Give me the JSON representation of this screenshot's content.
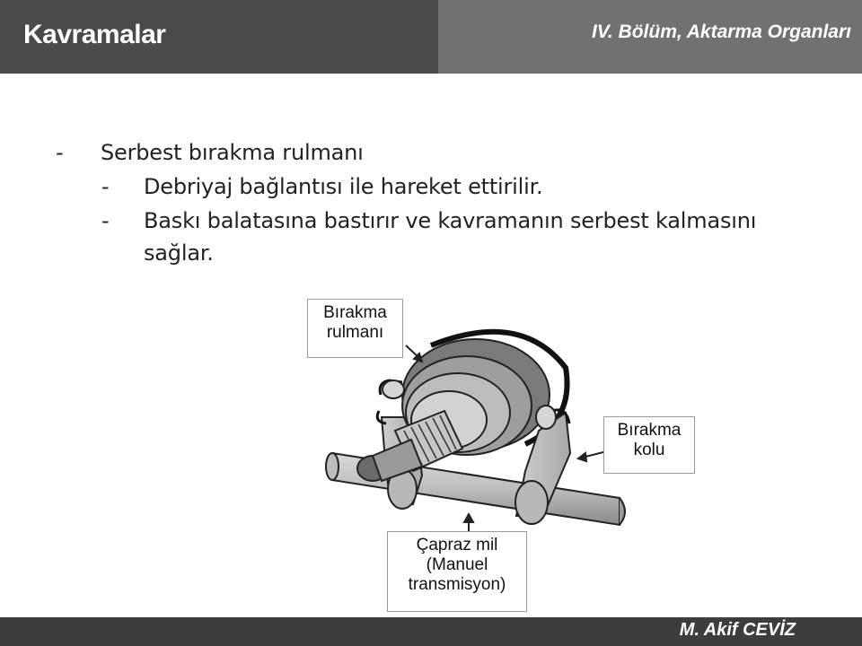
{
  "header": {
    "title": "Kavramalar",
    "section": "IV. Bölüm, Aktarma Organları"
  },
  "content": {
    "bullet1": {
      "dash": "-",
      "text": "Serbest bırakma rulmanı"
    },
    "sub1": {
      "dash": "-",
      "text": "Debriyaj bağlantısı ile hareket ettirilir."
    },
    "sub2": {
      "dash": "-",
      "text_line1": "Baskı balatasına bastırır ve kavramanın serbest kalmasını",
      "text_line2": "sağlar."
    }
  },
  "figure": {
    "label_bearing_1": "Bırakma",
    "label_bearing_2": "rulmanı",
    "label_lever_1": "Bırakma",
    "label_lever_2": "kolu",
    "label_shaft_1": "Çapraz mil",
    "label_shaft_2": "(Manuel",
    "label_shaft_3": "transmisyon)"
  },
  "footer": {
    "author": "M. Akif CEVİZ"
  }
}
